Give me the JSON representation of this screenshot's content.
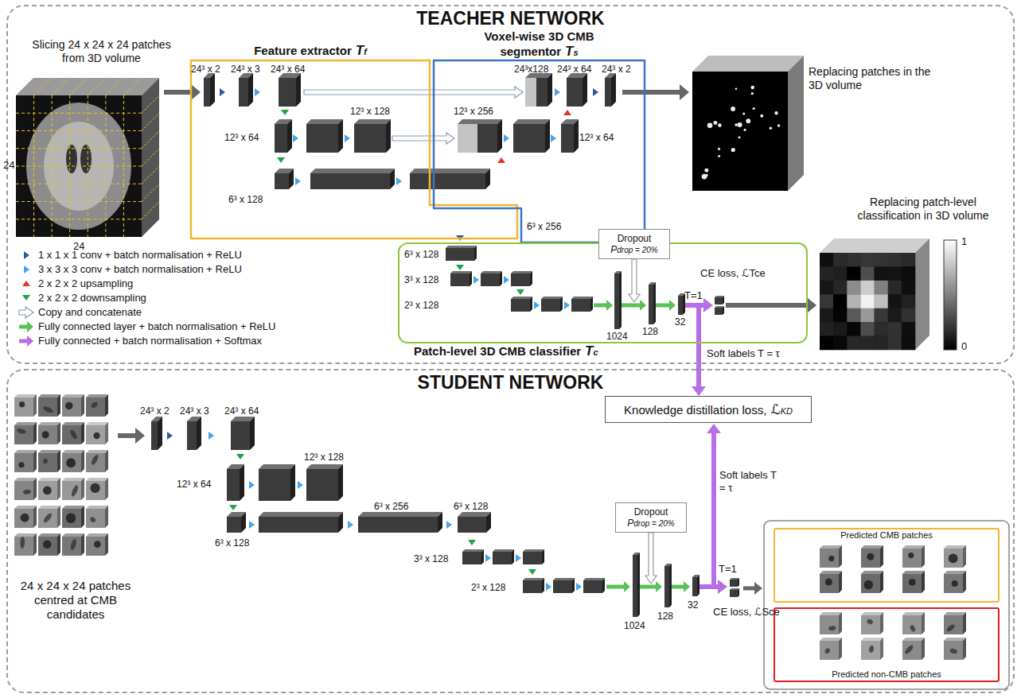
{
  "diagram": {
    "nodes": [
      {
        "text": [
          "TEACHER NETWORK"
        ]
      },
      {
        "text": [
          "Feature extractor",
          "Tf"
        ],
        "in": 0
      },
      {
        "text": [
          "Voxel-wise 3D CMB segmentor",
          "Ts"
        ],
        "in": 0
      },
      {
        "text": [
          "Dropout",
          "Pdrop = 20%"
        ],
        "in": 0
      },
      {
        "text": [
          "Patch-level 3D CMB classifier",
          "Tc"
        ],
        "in": 0
      },
      {
        "text": [
          "STUDENT NETWORK"
        ]
      },
      {
        "text": [
          "Knowledge distillation loss,",
          "ℒKD"
        ],
        "in": 5
      },
      {
        "text": [
          "Dropout",
          "Pdrop = 20%"
        ],
        "in": 5
      },
      {
        "text": [
          "Predicted CMB patches"
        ],
        "in": 5
      },
      {
        "text": [
          "Predicted non-CMB patches"
        ],
        "in": 5
      }
    ],
    "edges": [
      {
        "from": 4,
        "to": 6,
        "arrow": "to",
        "label": "Soft labels T = τ"
      }
    ],
    "labels": [
      "Slicing 24 x 24 x 24 patches from 3D volume",
      "24",
      "24",
      "24³ x 2",
      "24³ x 3",
      "24³ x 64",
      "12³ x 128",
      "12³ x 64",
      "6³ x 128",
      "24³x128",
      "24³ x 64",
      "24³ x 2",
      "12³ x 256",
      "12³ x 64",
      "6³ x 256",
      "Replacing patches in the 3D volume",
      "6³ x 128",
      "3³ x 128",
      "2³ x 128",
      "1024",
      "128",
      "32",
      "CE loss, ℒTce",
      "T=1",
      "Replacing patch-level classification in 3D volume",
      "1",
      "0",
      "24 x 24 x 24 patches centred at CMB candidates",
      "24³ x 2",
      "24³ x 3",
      "24³ x 64",
      "12³ x 128",
      "12³ x 64",
      "6³ x 128",
      "6³ x 256",
      "6³ x 128",
      "3³ x 128",
      "2³ x 128",
      "1024",
      "128",
      "32",
      "T=1",
      "CE loss, ℒSce",
      "Soft labels T = τ"
    ],
    "legend": [
      {
        "text": "1 x 1 x 1 conv + batch normalisation + ReLU"
      },
      {
        "text": "3 x 3 x 3 conv + batch normalisation + ReLU"
      },
      {
        "text": "2 x 2 x 2 upsampling"
      },
      {
        "text": "2 x 2 x 2 downsampling"
      },
      {
        "text": "Copy and concatenate"
      },
      {
        "text": "Fully connected layer + batch normalisation + ReLU"
      },
      {
        "text": "Fully connected + batch normalisation + Softmax"
      }
    ]
  }
}
